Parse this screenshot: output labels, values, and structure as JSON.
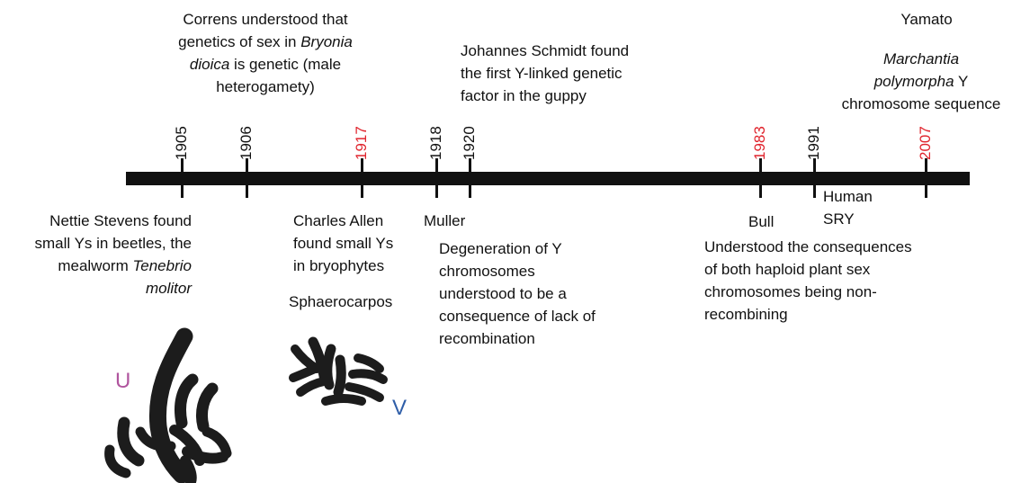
{
  "years": [
    {
      "label": "1905",
      "color": "#111111"
    },
    {
      "label": "1906",
      "color": "#111111"
    },
    {
      "label": "1917",
      "color": "#e0242d"
    },
    {
      "label": "1918",
      "color": "#111111"
    },
    {
      "label": "1920",
      "color": "#111111"
    },
    {
      "label": "1983",
      "color": "#e0242d"
    },
    {
      "label": "1991",
      "color": "#111111"
    },
    {
      "label": "2007",
      "color": "#e0242d"
    }
  ],
  "above": {
    "correns": {
      "line1": "Correns understood that",
      "line2_a": "genetics of sex in ",
      "line2_b": "Bryonia",
      "line3_a": "dioica",
      "line3_b": " is genetic (male",
      "line4": "heterogamety)"
    },
    "schmidt": {
      "line1": "Johannes Schmidt found",
      "line2": "the first Y-linked genetic",
      "line3": "factor in the guppy"
    },
    "yamato": {
      "name": "Yamato",
      "line1": "Marchantia",
      "line2_a": "polymorpha",
      "line2_b": " Y",
      "line3": "chromosome sequence"
    }
  },
  "below": {
    "stevens": {
      "line1": "Nettie Stevens found",
      "line2": "small Ys in beetles, the",
      "line3_a": "mealworm ",
      "line3_b": "Tenebrio",
      "line4": "molitor"
    },
    "allen": {
      "line1": "Charles Allen",
      "line2": "found small Ys",
      "line3": "in bryophytes",
      "genus": "Sphaerocarpos"
    },
    "muller": {
      "name": "Muller",
      "lines": [
        "Degeneration of Y",
        "chromosomes",
        "understood to be a",
        "consequence of lack of",
        "recombination"
      ]
    },
    "bull": {
      "name": "Bull",
      "lines": [
        "Understood the consequences",
        "of both haploid plant sex",
        "chromosomes being non-",
        "recombining"
      ]
    },
    "human": {
      "line1": "Human",
      "line2": "SRY"
    }
  },
  "figure_labels": {
    "u": "U",
    "v": "V"
  },
  "colors": {
    "red_year": "#e0242d",
    "u_label": "#b0559e",
    "v_label": "#2f5ea8",
    "chromosome": "#1c1c1c"
  }
}
